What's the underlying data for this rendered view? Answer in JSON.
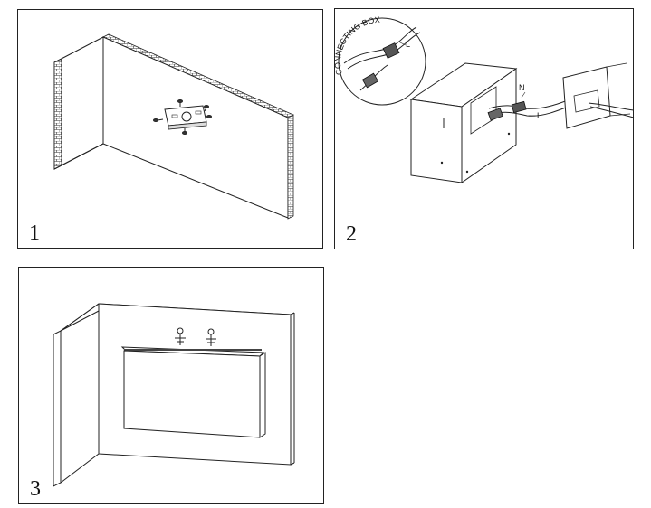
{
  "steps": [
    {
      "number": "1"
    },
    {
      "number": "2",
      "callout_label": "CONNECTING BOX",
      "wire_labels": [
        "L",
        "N",
        "L"
      ]
    },
    {
      "number": "3"
    }
  ]
}
